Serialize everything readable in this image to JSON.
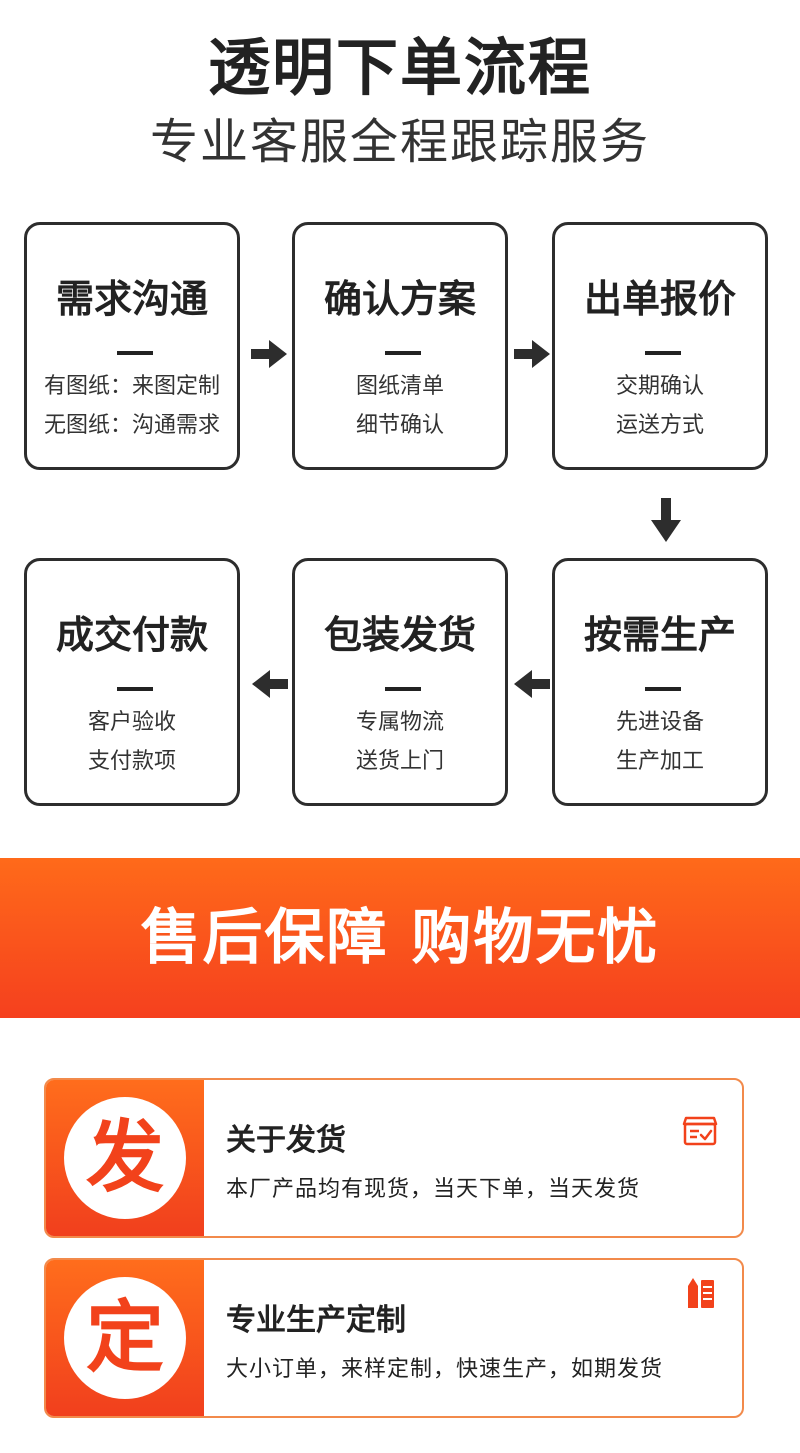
{
  "header": {
    "title": "透明下单流程",
    "subtitle": "专业客服全程跟踪服务"
  },
  "steps": [
    {
      "title": "需求沟通",
      "line1": "有图纸：来图定制",
      "line2": "无图纸：沟通需求"
    },
    {
      "title": "确认方案",
      "line1": "图纸清单",
      "line2": "细节确认"
    },
    {
      "title": "出单报价",
      "line1": "交期确认",
      "line2": "运送方式"
    },
    {
      "title": "按需生产",
      "line1": "先进设备",
      "line2": "生产加工"
    },
    {
      "title": "包装发货",
      "line1": "专属物流",
      "line2": "送货上门"
    },
    {
      "title": "成交付款",
      "line1": "客户验收",
      "line2": "支付款项"
    }
  ],
  "banner": {
    "text": "售后保障 购物无忧"
  },
  "cards": [
    {
      "char": "发",
      "title": "关于发货",
      "desc": "本厂产品均有现货，当天下单，当天发货",
      "icon": "delivery-box-icon"
    },
    {
      "char": "定",
      "title": "专业生产定制",
      "desc": "大小订单，来样定制，快速生产，如期发货",
      "icon": "custom-production-icon"
    }
  ],
  "colors": {
    "accent": "#f5401e",
    "accent_light": "#ff6a1a",
    "border": "#2d2d2d"
  }
}
